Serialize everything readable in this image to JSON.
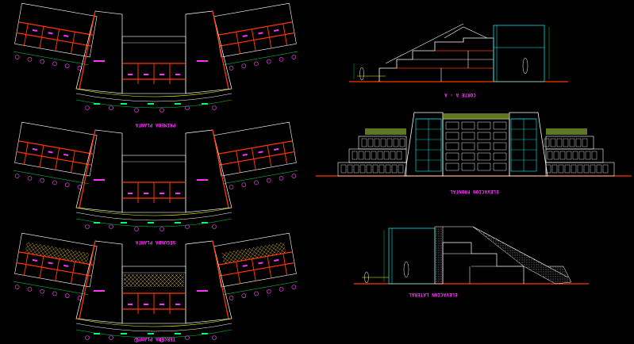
{
  "drawing": {
    "plan_titles": [
      {
        "id": "plan-1",
        "text": "PRIMERA PLANTA"
      },
      {
        "id": "plan-2",
        "text": "SEGUNDA PLANTA"
      },
      {
        "id": "plan-3",
        "text": "TERCERA PLANTA"
      }
    ],
    "elevation_titles": [
      {
        "id": "section-aa",
        "text": "CORTE A - A"
      },
      {
        "id": "front-elevation",
        "text": "ELEVACION FRONTAL"
      },
      {
        "id": "side-elevation",
        "text": "ELEVACION LATERAL"
      }
    ],
    "colors": {
      "background": "#000000",
      "walls": "#ff3300",
      "outline": "#ffffff",
      "dimension": "#00ff66",
      "axis_marker": "#ff44ff",
      "cyan": "#00ffff",
      "yellow": "#ffff00",
      "magenta_text": "#ff33ff",
      "hatch": "#ccaa33",
      "roof_green": "#88aa33"
    }
  }
}
